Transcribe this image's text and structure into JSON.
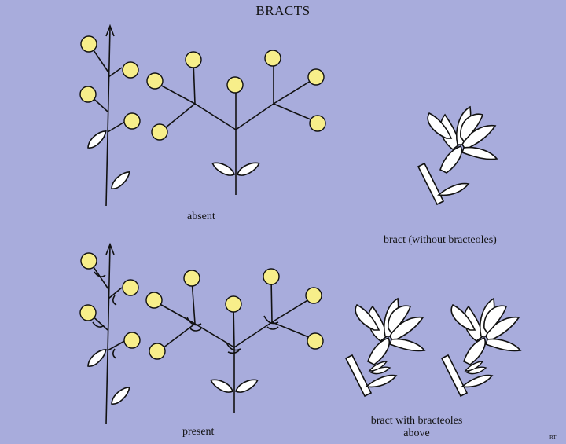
{
  "title": "BRACTS",
  "labels": {
    "absent": "absent",
    "present": "present",
    "bract_without_bracteoles": "bract (without bracteoles)",
    "bract_with_bracteoles_line1": "bract with bracteoles",
    "bract_with_bracteoles_line2": "above",
    "initials": "RT"
  },
  "colors": {
    "background": "#a8acdc",
    "flower_fill": "#f7ee8a",
    "line": "#111111",
    "leaf_fill": "#ffffff"
  }
}
